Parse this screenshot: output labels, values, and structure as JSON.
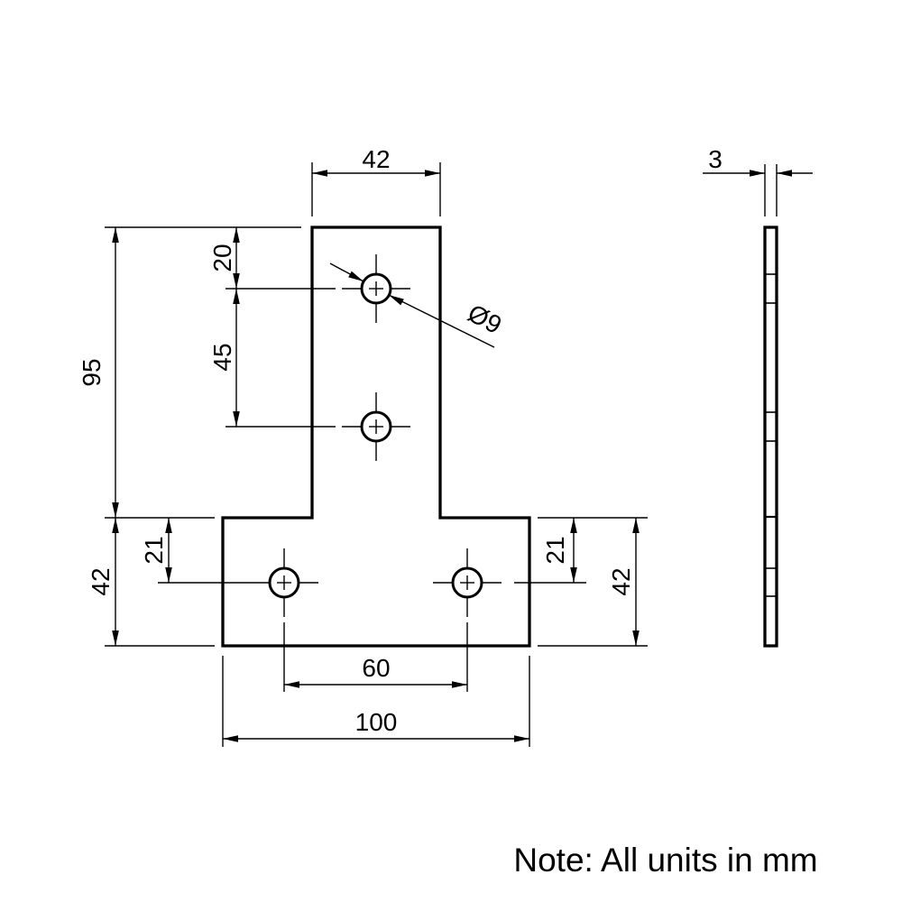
{
  "note": "Note: All units in mm",
  "front_view": {
    "dimensions": {
      "stem_width": "42",
      "stem_height": "95",
      "top_hole_offset": "20",
      "stem_hole_pitch": "45",
      "hole_diameter": "Ø9",
      "base_height_left": "42",
      "base_height_right": "42",
      "hole_offset_left": "21",
      "hole_offset_right": "21",
      "base_hole_pitch": "60",
      "base_width": "100"
    }
  },
  "side_view": {
    "dimensions": {
      "thickness": "3"
    }
  }
}
